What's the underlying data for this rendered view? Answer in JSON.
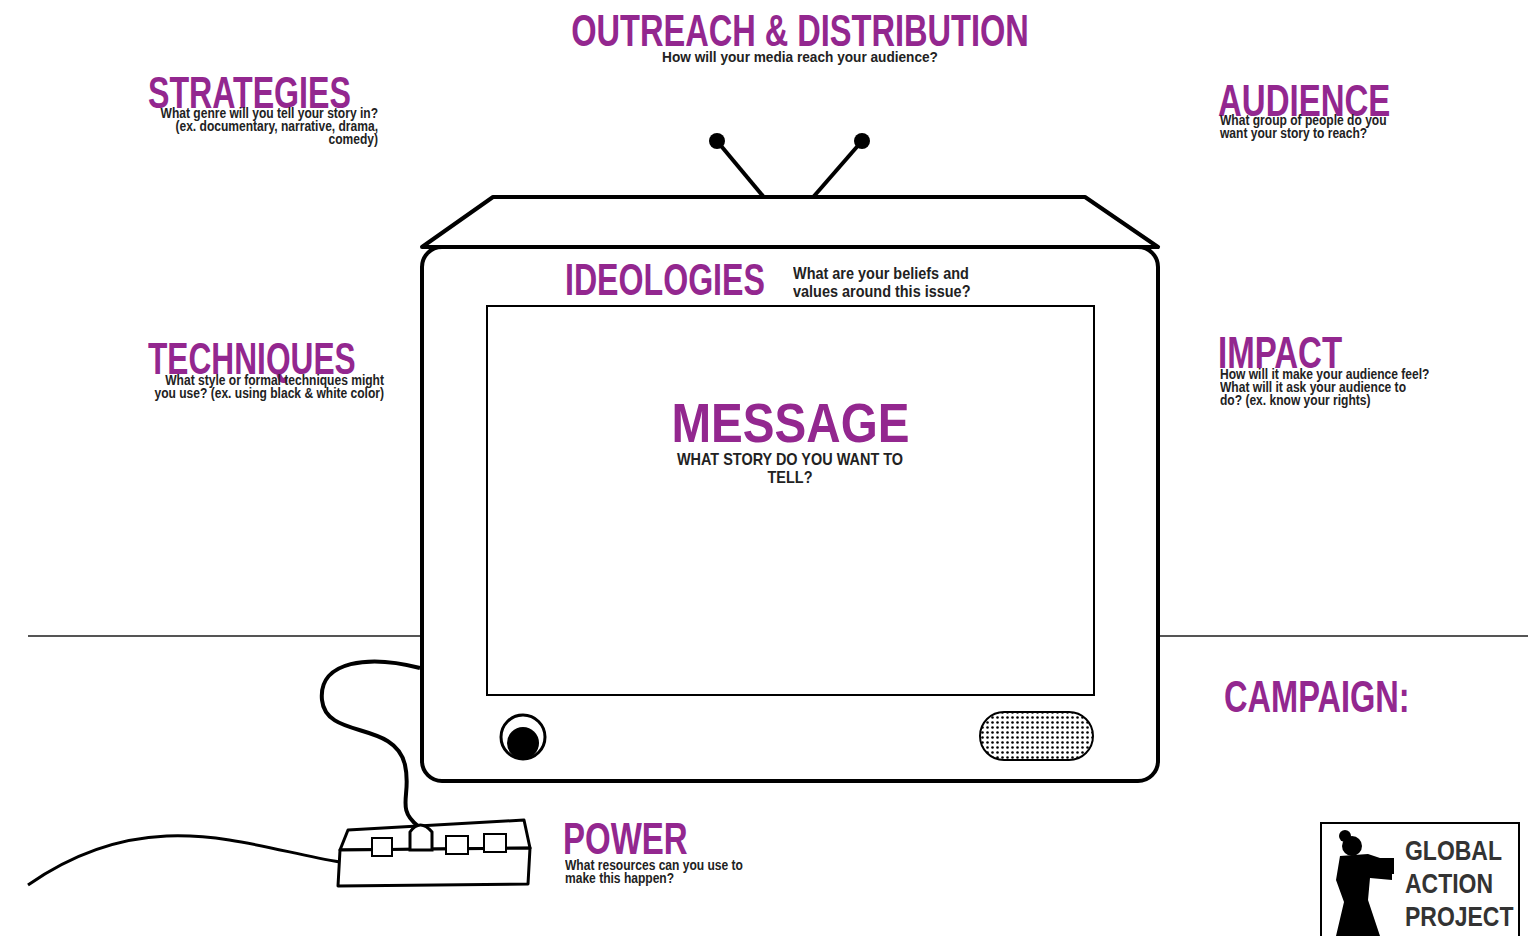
{
  "diagram": {
    "nodes": [
      {
        "text": [
          "IDEOLOGIES",
          "What are your beliefs and values around this issue?"
        ]
      },
      {
        "text": [
          "MESSAGE",
          "WHAT STORY DO YOU WANT TO TELL?"
        ],
        "in": 0
      },
      {
        "text": [
          "GLOBAL ACTION PROJECT"
        ]
      }
    ],
    "labels": [
      "OUTREACH & DISTRIBUTION",
      "How will your media reach your audience?",
      "STRATEGIES",
      "What genre will you tell your story in? (ex. documentary, narrative, drama, comedy)",
      "AUDIENCE",
      "What group of people do you want your story to reach?",
      "TECHNIQUES",
      "What style or formal techniques might you use? (ex. using black & white color)",
      "IMPACT",
      "How will it make your audience feel? What will it ask your audience to do? (ex. know your rights)",
      "CAMPAIGN:",
      "POWER",
      "What resources can you use to make this happen?"
    ]
  }
}
